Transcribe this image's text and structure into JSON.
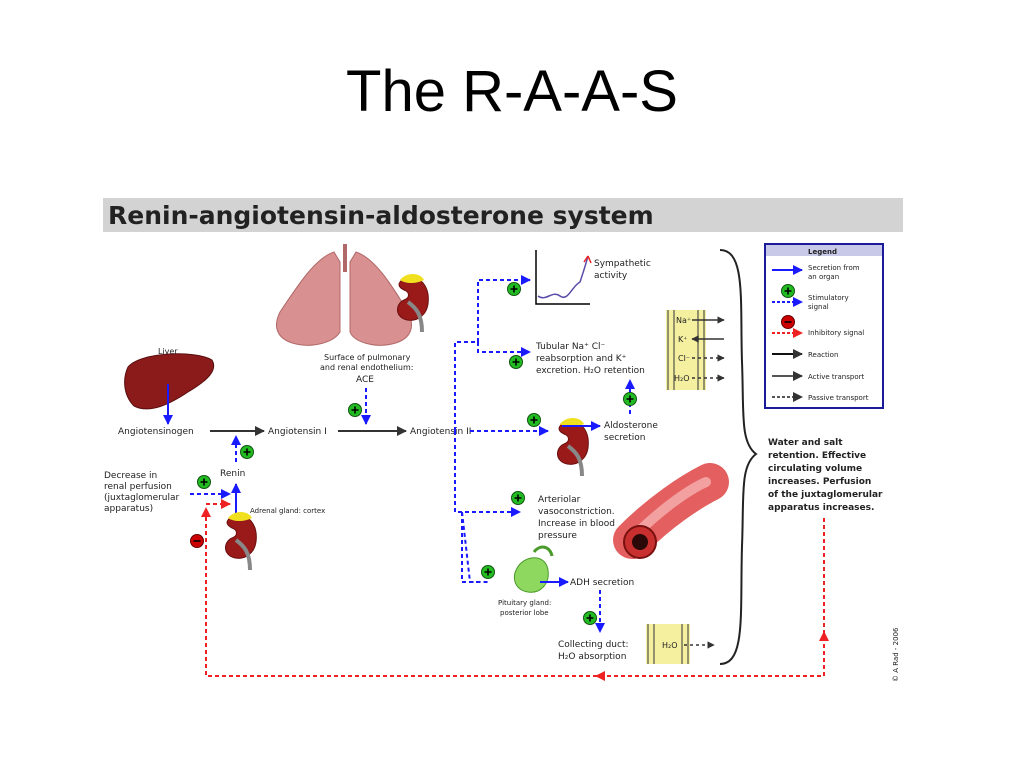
{
  "slide": {
    "title": "The R-A-A-S"
  },
  "diagram": {
    "banner": "Renin-angiotensin-aldosterone system",
    "liver": "Liver",
    "angiotensinogen": "Angiotensinogen",
    "angiotensin_i": "Angiotensin I",
    "angiotensin_ii": "Angiotensin II",
    "renin": "Renin",
    "ace_surface_line1": "Surface of pulmonary",
    "ace_surface_line2": "and renal endothelium:",
    "ace": "ACE",
    "decrease_line1": "Decrease in",
    "decrease_line2": "renal perfusion",
    "decrease_line3": "(juxtaglomerular",
    "decrease_line4": "apparatus)",
    "adrenal_cortex": "Adrenal gland: cortex",
    "sympathetic_line1": "Sympathetic",
    "sympathetic_line2": "activity",
    "tubular_line1": "Tubular Na⁺ Cl⁻",
    "tubular_line2": "reabsorption and K⁺",
    "tubular_line3": "excretion. H₂O retention",
    "aldo_line1": "Aldosterone",
    "aldo_line2": "secretion",
    "arteriolar_line1": "Arteriolar",
    "arteriolar_line2": "vasoconstriction.",
    "arteriolar_line3": "Increase in blood",
    "arteriolar_line4": "pressure",
    "adh": "ADH secretion",
    "pituitary_line1": "Pituitary gland:",
    "pituitary_line2": "posterior lobe",
    "collecting_line1": "Collecting duct:",
    "collecting_line2": "H₂O absorption",
    "ion_na": "Na⁺",
    "ion_k": "K⁺",
    "ion_cl": "Cl⁻",
    "ion_h2o": "H₂O",
    "duct_h2o": "H₂O",
    "result_line1": "Water and salt",
    "result_line2": "retention. Effective",
    "result_line3": "circulating volume",
    "result_line4": "increases. Perfusion",
    "result_line5": "of the juxtaglomerular",
    "result_line6": "apparatus increases.",
    "copyright": "© A Rad - 2006",
    "legend": {
      "title": "Legend",
      "secretion_line1": "Secretion from",
      "secretion_line2": "an organ",
      "stimulatory_line1": "Stimulatory",
      "stimulatory_line2": "signal",
      "inhibitory": "Inhibitory signal",
      "reaction": "Reaction",
      "active": "Active transport",
      "passive": "Passive transport"
    },
    "colors": {
      "secretion": "#1a1aff",
      "inhibitory": "#ee2222",
      "plus_badge": "#22bb22",
      "minus_badge": "#cc0000",
      "organ": "#8b1a1a",
      "lung": "#d89090",
      "banner": "#d3d3d3",
      "membrane": "#f5f0a0"
    }
  }
}
